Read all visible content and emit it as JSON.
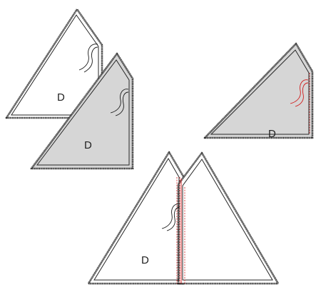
{
  "labels": {
    "piece_top_back": "D",
    "piece_top_front": "D",
    "piece_right": "D",
    "piece_bottom": "D"
  },
  "colors": {
    "fabric_back": "#ffffff",
    "fabric_front": "#d6d6d6",
    "seam": "#d11a1a",
    "outline": "#262626"
  }
}
